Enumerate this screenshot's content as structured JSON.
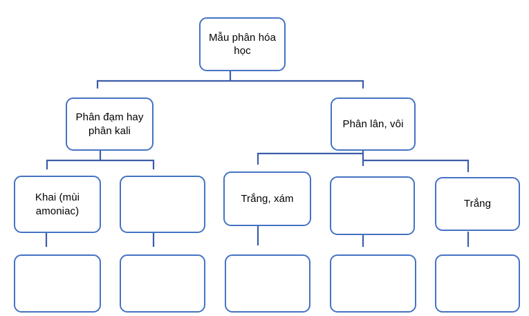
{
  "diagram": {
    "type": "tree-flowchart",
    "nodes": {
      "root": {
        "label": "Mẫu phân hóa học"
      },
      "branch_left": {
        "label": "Phân đạm hay phân kali"
      },
      "branch_right": {
        "label": "Phân lân, vôi"
      },
      "leaf_1": {
        "label": "Khai (mùi amoniac)"
      },
      "leaf_2": {
        "label": ""
      },
      "leaf_3": {
        "label": "Trắng, xám"
      },
      "leaf_4": {
        "label": ""
      },
      "leaf_5": {
        "label": "Trắng"
      },
      "answer_1": {
        "label": ""
      },
      "answer_2": {
        "label": ""
      },
      "answer_3": {
        "label": ""
      },
      "answer_4": {
        "label": ""
      },
      "answer_5": {
        "label": ""
      }
    }
  },
  "colors": {
    "box_border": "#4472C4",
    "connector": "#3B5CA8",
    "text": "#000000",
    "background": "#FFFFFF"
  }
}
